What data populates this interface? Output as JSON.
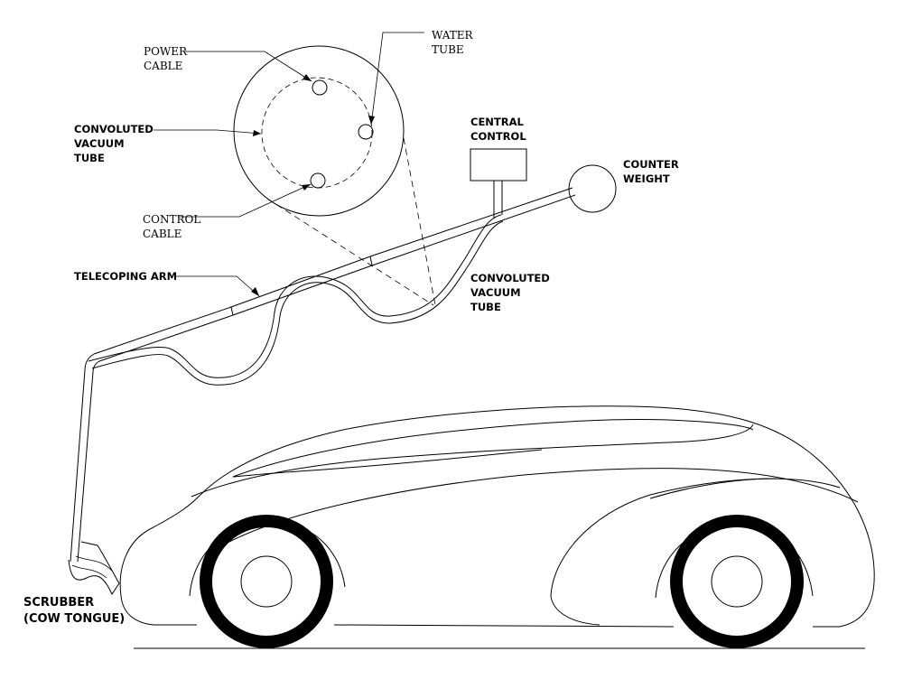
{
  "labels": {
    "power_cable": "POWER\nCABLE",
    "water_tube": "WATER\nTUBE",
    "convoluted_vacuum_tube_inset": "CONVOLUTED\nVACUUM\nTUBE",
    "control_cable": "CONTROL\nCABLE",
    "central_control": "CENTRAL\nCONTROL",
    "counter_weight": "COUNTER\nWEIGHT",
    "telescoping_arm": "TELECOPING ARM",
    "convoluted_vacuum_tube_arm": "CONVOLUTED\nVACUUM\nTUBE",
    "scrubber": "SCRUBBER\n(COW TONGUE)"
  }
}
